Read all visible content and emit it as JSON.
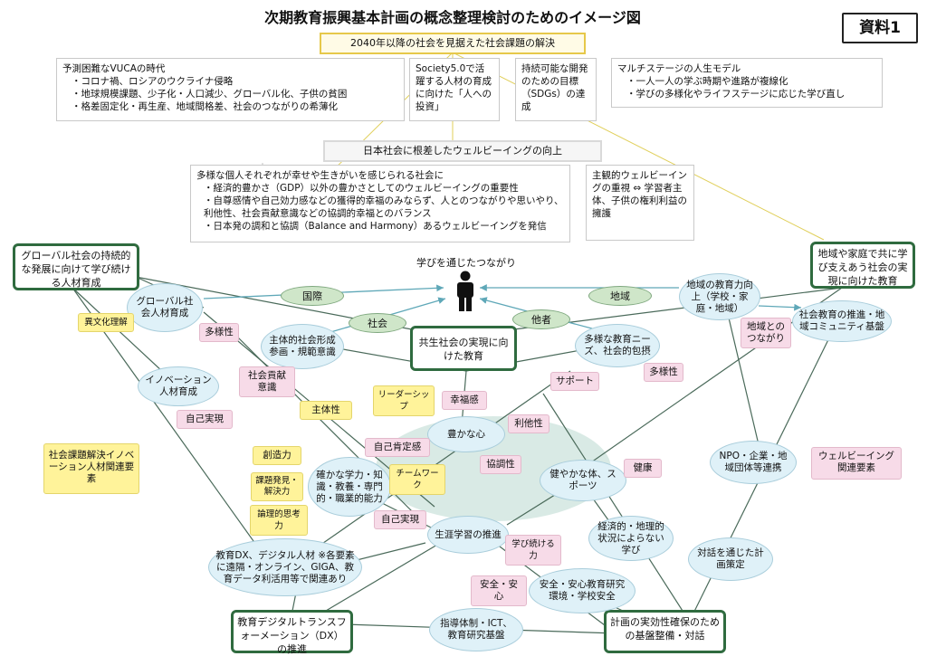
{
  "title": "次期教育振興基本計画の概念整理検討のためのイメージ図",
  "badge": "資料1",
  "top_banner": "2040年以降の社会を見据えた社会課題の解決",
  "vuca": {
    "head": "予測困難なVUCAの時代",
    "items": [
      "・コロナ禍、ロシアのウクライナ侵略",
      "・地球規模課題、少子化・人口減少、グローバル化、子供の貧困",
      "・格差固定化・再生産、地域間格差、社会のつながりの希薄化"
    ]
  },
  "society50": "Society5.0で活躍する人材の育成に向けた「人への投資」",
  "sdgs": "持続可能な開発のための目標（SDGs）の達成",
  "multistage": {
    "head": "マルチステージの人生モデル",
    "items": [
      "・一人一人の学ぶ時期や進路が複線化",
      "・学びの多様化やライフステージに応じた学び直し"
    ]
  },
  "wellbeing_banner": "日本社会に根差したウェルビーイングの向上",
  "wellbeing_box": {
    "head": "多様な個人それぞれが幸せや生きがいを感じられる社会に",
    "items": [
      "・経済的豊かさ（GDP）以外の豊かさとしてのウェルビーイングの重要性",
      "・自尊感情や自己効力感などの獲得的幸福のみならず、人とのつながりや思いやり、利他性、社会貢献意識などの協調的幸福とのバランス",
      "・日本発の調和と協調（Balance and Harmony）あるウェルビーイングを発信"
    ]
  },
  "subjective": "主観的ウェルビーイングの重視 ⇔ 学習者主体、子供の権利利益の擁護",
  "goals": {
    "global": "グローバル社会の持続的な発展に向けて学び続ける人材育成",
    "local": "地域や家庭で共に学び支えあう社会の実現に向けた教育",
    "center": "共生社会の実現に向けた教育",
    "dx": "教育デジタルトランスフォーメーション（DX）の推進",
    "plan": "計画の実効性確保のための基盤整備・対話"
  },
  "center_label": "学びを通じたつながり",
  "pills": {
    "kokusai": "国際",
    "shakai": "社会",
    "tasha": "他者",
    "chiiki": "地域"
  },
  "ellipses": {
    "global_jinzai": "グローバル社会人材育成",
    "shutai": "主体的社会形成参画・規範意識",
    "innovation": "イノベーション人材育成",
    "chiiki_kyoiku": "地域の教育力向上（学校・家庭・地域）",
    "shakai_kyoiku": "社会教育の推進・地域コミュニティ基盤",
    "tayo_needs": "多様な教育ニーズ、社会的包摂",
    "yutaka": "豊かな心",
    "sukoyaka": "健やかな体、スポーツ",
    "tashika": "確かな学力・知識・教養・専門的・職業的能力",
    "shogai": "生涯学習の推進",
    "keizai": "経済的・地理的状況によらない学び",
    "npo": "NPO・企業・地域団体等連携",
    "taiwa": "対話を通じた計画策定",
    "dx_jinzai": "教育DX、デジタル人材 ※各要素に遠隔・オンライン、GIGA、教育データ利活用等で関連あり",
    "anzen_kankyo": "安全・安心教育研究環境・学校安全",
    "shido": "指導体制・ICT、教育研究基盤"
  },
  "pink_tags": {
    "tayosei1": "多様性",
    "shakai_koken": "社会貢献意識",
    "jiko_jitsugen1": "自己実現",
    "kofukukan": "幸福感",
    "rita": "利他性",
    "jiko_koutei": "自己肯定感",
    "kyocho": "協調性",
    "kenko": "健康",
    "support": "サポート",
    "tayosei2": "多様性",
    "chiiki_tsunagari": "地域とのつながり",
    "jiko_jitsugen2": "自己実現",
    "manabi_tsuzukeru": "学び続ける力",
    "anzen": "安全・安心",
    "wb_kanren": "ウェルビーイング関連要素"
  },
  "yellow_tags": {
    "ibunka": "異文化理解",
    "leadership": "リーダーシップ",
    "shutaisei": "主体性",
    "sozoryoku": "創造力",
    "kadai": "課題発見・解決力",
    "ronri": "論理的思考力",
    "teamwork": "チームワーク",
    "kadai_kanren": "社会課題解決イノベーション人材関連要素"
  }
}
